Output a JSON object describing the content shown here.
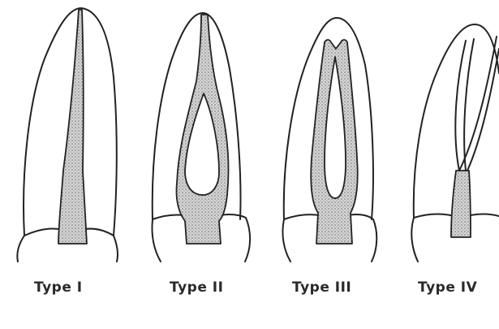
{
  "labels": {
    "type_i": "Type I",
    "type_ii": "Type II",
    "type_iii": "Type III",
    "type_iv": "Type IV"
  },
  "colors": {
    "outline": "#222222",
    "pulp_fill": "#bcbcbc",
    "background": "#ffffff"
  }
}
